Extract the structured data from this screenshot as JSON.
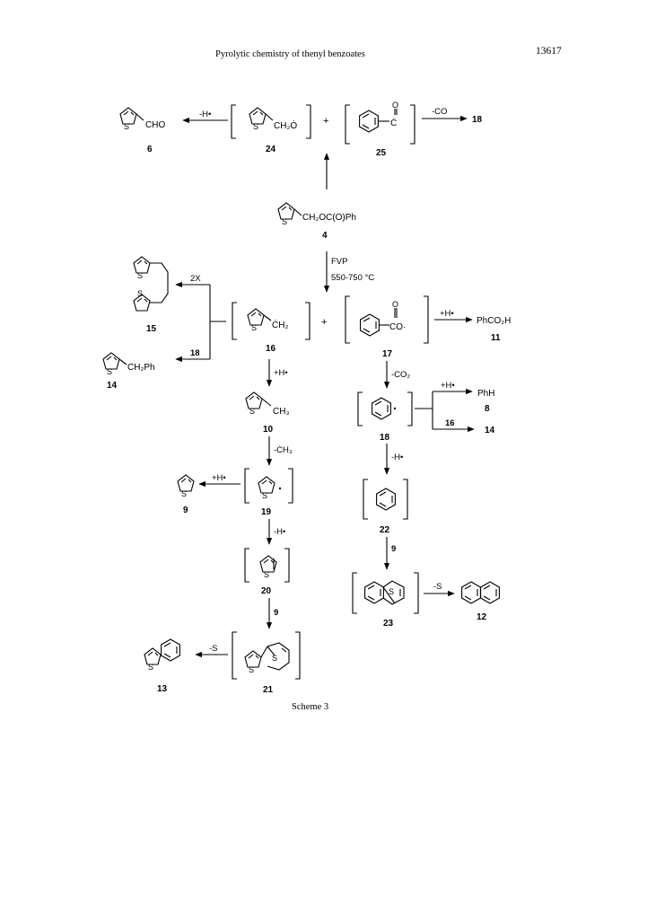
{
  "header": {
    "running_title": "Pyrolytic chemistry of thenyl benzoates",
    "page_number": "13617"
  },
  "caption": "Scheme 3",
  "compounds": {
    "c6": {
      "number": "6",
      "formula": "CHO"
    },
    "c24": {
      "number": "24",
      "formula": "CH2O",
      "formula_display": "CH₂Ȯ"
    },
    "c25": {
      "number": "25",
      "formula": "Ċ"
    },
    "c4": {
      "number": "4",
      "formula": "CH2OC(O)Ph",
      "formula_display": "CH₂OC(O)Ph"
    },
    "c15": {
      "number": "15"
    },
    "c14": {
      "number": "14",
      "formula": "CH2Ph",
      "formula_display": "CH₂Ph"
    },
    "c16": {
      "number": "16",
      "formula": "CH2",
      "formula_display": "ĊH₂"
    },
    "c17": {
      "number": "17",
      "formula": "CO·"
    },
    "c11": {
      "number": "11",
      "formula": "PhCO2H",
      "formula_display": "PhCO₂H"
    },
    "c10": {
      "number": "10",
      "formula": "CH3",
      "formula_display": "CH₃"
    },
    "c18": {
      "number": "18"
    },
    "c8": {
      "number": "8",
      "formula": "PhH"
    },
    "c9": {
      "number": "9"
    },
    "c19": {
      "number": "19"
    },
    "c20": {
      "number": "20"
    },
    "c21": {
      "number": "21"
    },
    "c13": {
      "number": "13"
    },
    "c22": {
      "number": "22"
    },
    "c23": {
      "number": "23"
    },
    "c12": {
      "number": "12"
    }
  },
  "arrow_labels": {
    "a24_to_6": "-H•",
    "a25_to_18": "-CO",
    "p18_of_a25": "18",
    "fvp": "FVP",
    "fvp_temp": "550-750 °C",
    "dim_2x": "2X",
    "with_18": "18",
    "a16_to_10": "+H•",
    "a17_to_11": "+H•",
    "a17_to_18": "-CO₂",
    "a18_to_8": "+H•",
    "with_16": "16",
    "p14": "14",
    "a10_to_19": "-ĊH₃",
    "a19_to_9": "+H•",
    "a19_to_20": "-H•",
    "a20_to_21": "9",
    "a21_to_13": "-S",
    "a18_to_22": "-H•",
    "a22_to_23": "9",
    "a23_to_12": "-S"
  },
  "atoms": {
    "sulfur": "S",
    "oxygen": "O"
  },
  "symbols": {
    "plus": "+"
  }
}
